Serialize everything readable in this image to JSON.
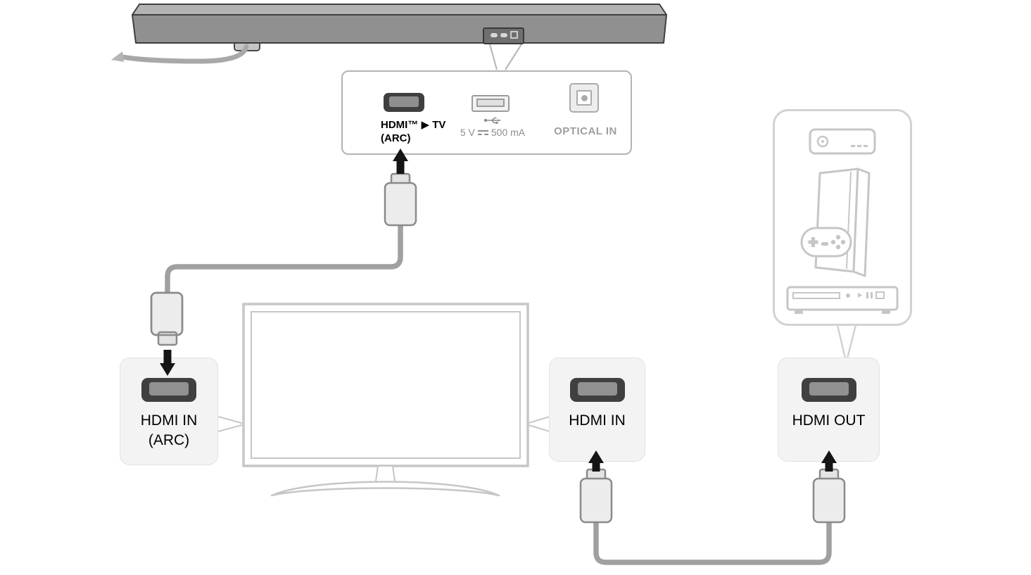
{
  "colors": {
    "soundbar_body": "#909090",
    "cable_gray": "#a0a0a0",
    "panel_background": "#f3f3f3",
    "diagram_outline": "#c6c6c6",
    "arrow_black": "#151515",
    "muted_text": "#8d8d8d"
  },
  "soundbar_ports": {
    "hdmi_label_line1": "HDMI™ ▶ TV",
    "hdmi_label_line2": "(ARC)",
    "usb_volts": "5 V",
    "usb_current": "500 mA",
    "optical_label": "OPTICAL IN"
  },
  "tv_arc_panel": {
    "label_line1": "HDMI IN",
    "label_line2": "(ARC)"
  },
  "tv_hdmi_in_panel": {
    "label": "HDMI IN"
  },
  "source_hdmi_out_panel": {
    "label": "HDMI OUT"
  }
}
